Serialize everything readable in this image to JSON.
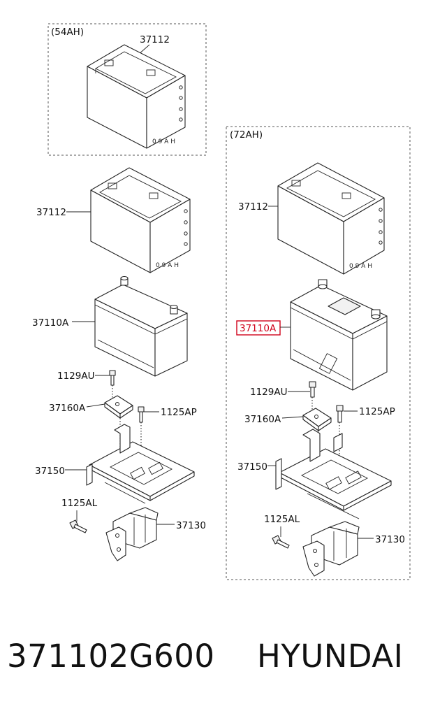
{
  "diagram": {
    "left_group": {
      "title": "(54AH)",
      "labels": {
        "tray_top": "37112",
        "tray": "37112",
        "battery": "37110A",
        "bolt_top": "1129AU",
        "clamp": "37160A",
        "bolt_right": "1125AP",
        "base": "37150",
        "bolt_bottom": "1125AL",
        "bracket": "37130"
      }
    },
    "right_group": {
      "title": "(72AH)",
      "labels": {
        "tray": "37112",
        "battery": "37110A",
        "bolt_top": "1129AU",
        "clamp": "37160A",
        "bolt_right": "1125AP",
        "base": "37150",
        "bolt_bottom": "1125AL",
        "bracket": "37130"
      }
    },
    "highlight_color": "#d0021b"
  },
  "caption": {
    "part_number": "371102G600",
    "brand": "HYUNDAI"
  }
}
